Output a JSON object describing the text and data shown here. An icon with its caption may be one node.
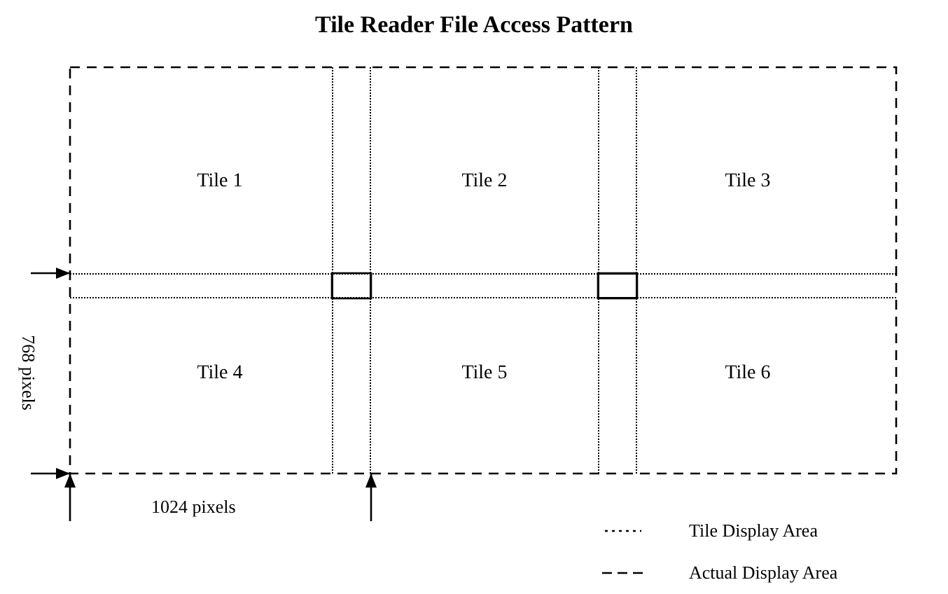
{
  "diagram": {
    "title": "Tile Reader File Access Pattern",
    "nodes": [
      {
        "text": [
          "Tile 1"
        ]
      },
      {
        "text": [
          "Tile 2"
        ]
      },
      {
        "text": [
          "Tile 3"
        ]
      },
      {
        "text": [
          "Tile 4"
        ]
      },
      {
        "text": [
          "Tile 5"
        ]
      },
      {
        "text": [
          "Tile 6"
        ]
      }
    ],
    "edges": [],
    "labels": [
      "768 pixels",
      "1024 pixels"
    ],
    "legend": [
      {
        "text": "Tile Display Area"
      },
      {
        "text": "Actual Display Area"
      }
    ]
  }
}
